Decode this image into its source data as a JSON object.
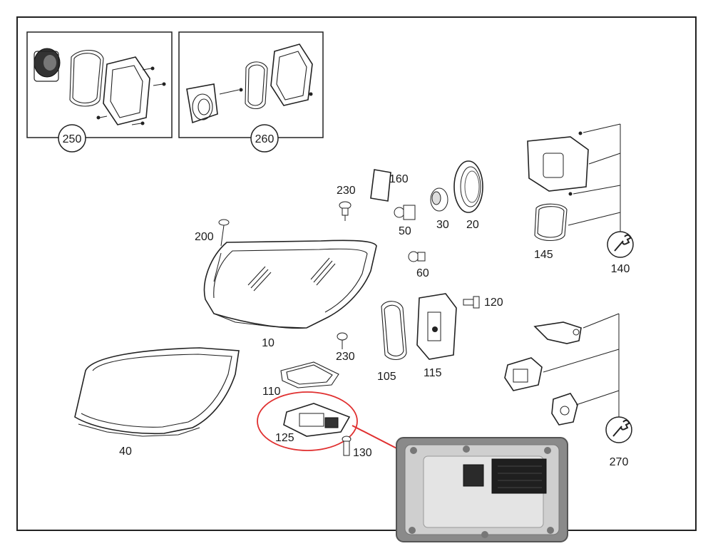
{
  "diagram": {
    "inset_boxes": [
      {
        "id": "250",
        "label": "250"
      },
      {
        "id": "260",
        "label": "260"
      }
    ],
    "parts": [
      {
        "id": "10",
        "label": "10"
      },
      {
        "id": "20",
        "label": "20"
      },
      {
        "id": "30",
        "label": "30"
      },
      {
        "id": "40",
        "label": "40"
      },
      {
        "id": "50",
        "label": "50"
      },
      {
        "id": "60",
        "label": "60"
      },
      {
        "id": "105",
        "label": "105"
      },
      {
        "id": "110",
        "label": "110"
      },
      {
        "id": "115",
        "label": "115"
      },
      {
        "id": "120",
        "label": "120"
      },
      {
        "id": "125",
        "label": "125"
      },
      {
        "id": "130",
        "label": "130"
      },
      {
        "id": "145",
        "label": "145"
      },
      {
        "id": "160",
        "label": "160"
      },
      {
        "id": "200",
        "label": "200"
      },
      {
        "id": "230a",
        "label": "230"
      },
      {
        "id": "230b",
        "label": "230"
      }
    ],
    "kits": [
      {
        "id": "140",
        "label": "140",
        "icon": "wrench-icon"
      },
      {
        "id": "270",
        "label": "270",
        "icon": "wrench-icon"
      }
    ],
    "highlight": {
      "part": "125",
      "color": "#e03030"
    }
  }
}
